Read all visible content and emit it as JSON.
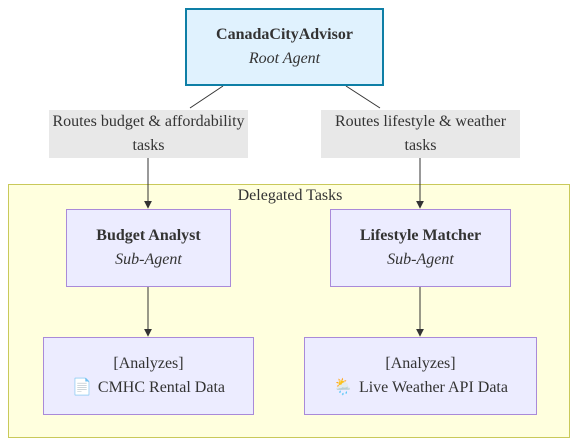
{
  "root": {
    "title": "CanadaCityAdvisor",
    "subtitle": "Root Agent"
  },
  "edge_labels": {
    "left": [
      "Routes budget & affordability",
      "tasks"
    ],
    "right": [
      "Routes lifestyle & weather",
      "tasks"
    ]
  },
  "cluster": {
    "title": "Delegated Tasks"
  },
  "agents": [
    {
      "title": "Budget Analyst",
      "subtitle": "Sub-Agent"
    },
    {
      "title": "Lifestyle Matcher",
      "subtitle": "Sub-Agent"
    }
  ],
  "data_sources": [
    {
      "action": "[Analyzes]",
      "icon": "📄",
      "icon_name": "document-icon",
      "label": "CMHC Rental Data"
    },
    {
      "action": "[Analyzes]",
      "icon": "🌦️",
      "icon_name": "weather-icon",
      "label": "Live Weather API Data"
    }
  ],
  "colors": {
    "root_fill": "#e0f2fe",
    "root_border": "#0e7fa6",
    "node_fill": "#ececff",
    "node_border": "#a98ad9",
    "cluster_fill": "#ffffde",
    "cluster_border": "#c9c95a",
    "label_fill": "#e8e8e8",
    "edge": "#333333"
  }
}
